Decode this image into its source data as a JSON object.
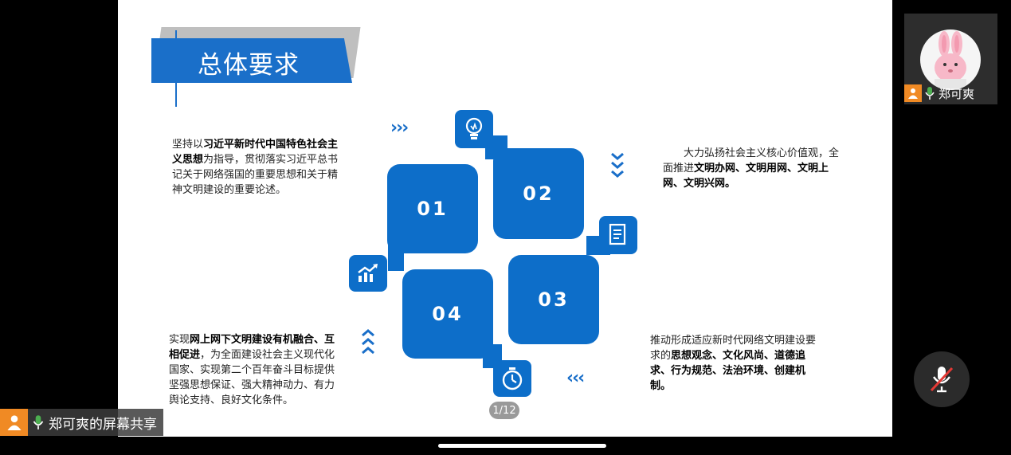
{
  "slide": {
    "title": "总体要求",
    "blocks": [
      {
        "num": "01"
      },
      {
        "num": "02"
      },
      {
        "num": "03"
      },
      {
        "num": "04"
      }
    ],
    "texts": {
      "t1": [
        "坚持以",
        "习近平新时代中国特色社会主义思想",
        "为指导，贯彻落实习近平总书记关于网络强国的重要思想和关于精神文明建设的重要论述。"
      ],
      "t2": [
        "大力弘扬社会主义核心价值观，全面推进",
        "文明办网、文明用网、文明上网、文明兴网。",
        ""
      ],
      "t3": [
        "推动形成适应新时代网络文明建设要求的",
        "思想观念、文化风尚、道德追求、行为规范、法治环境、创建机制。",
        ""
      ],
      "t4": [
        "实现",
        "网上网下文明建设有机融合、互相促进",
        "，为全面建设社会主义现代化国家、实现第二个百年奋斗目标提供坚强思想保证、强大精神动力、有力舆论支持、良好文化条件。"
      ]
    },
    "arrows": {
      "right": "›››",
      "left": "‹‹‹"
    },
    "page_indicator": "1/12"
  },
  "participant": {
    "name": "郑可爽",
    "icons": [
      "person-icon",
      "microphone-icon"
    ]
  },
  "share_label": "郑可爽的屏幕共享",
  "controls": {
    "mute_icon": "microphone-muted-icon"
  },
  "colors": {
    "accent": "#0d6ec9",
    "badge": "#f08a24",
    "mic_green": "#4caf50",
    "mute_red": "#e53935"
  }
}
